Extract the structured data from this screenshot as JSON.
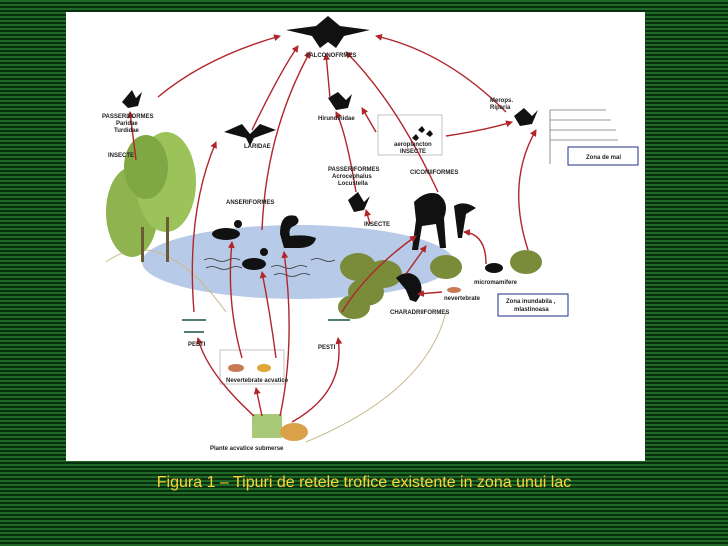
{
  "caption": "Figura 1 – Tipuri de retele trofice existente in zona unui lac",
  "labels": {
    "falconoformes": "FALCONOFRMES",
    "passeriformes_1": "PASSERIFORMES",
    "paridae": "Paridae",
    "turdidae": "Turdidae",
    "insecte_1": "INSECTE",
    "laridae": "LARIDAE",
    "hirundinidae": "Hirundinidae",
    "merops": "Merops.",
    "riparia": "Riparia",
    "aeroplancton": "aeroplancton",
    "insecte_2": "INSECTE",
    "zona_de_mal": "Zona de mal",
    "anseriformes": "ANSERIFORMES",
    "passeriformes_2": "PASSERIFORMES",
    "acrocephalus": "Acrocephalus",
    "locustella": "Locustella",
    "ciconiiformes": "CICONIIFORMES",
    "insecte_3": "INSECTE",
    "micromamifere": "micromamifere",
    "nevertebrate": "nevertebrate",
    "zona_inundabila_1": "Zona inundabila ,",
    "zona_inundabila_2": "mlastinoasa",
    "charadriiformes": "CHARADRIIFORMES",
    "pesti_1": "PESTI",
    "pesti_2": "PESTI",
    "nevertebrate_acvatice": "Nevertebrate acvatice",
    "plante_acvatice": "Plante acvatice submerse"
  },
  "colors": {
    "arrow": "#b0262a",
    "lake": "#b7cbe8",
    "caption": "#ffd23a",
    "background": "#0d3a12"
  }
}
